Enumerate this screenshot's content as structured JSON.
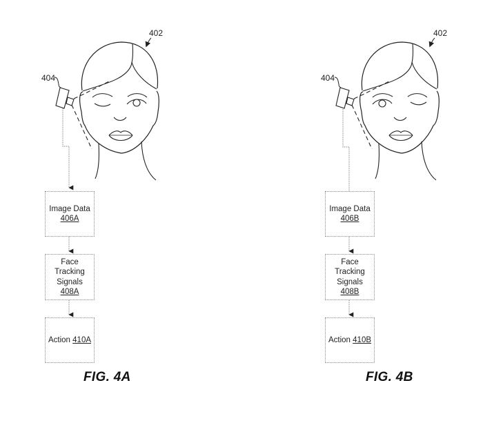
{
  "figures": [
    {
      "id": "4A",
      "caption": "FIG. 4A",
      "head_ref": "402",
      "camera_ref": "404",
      "closed_eye": "left",
      "boxes": [
        {
          "lines": [
            "Image Data"
          ],
          "ref": "406A"
        },
        {
          "lines": [
            "Face",
            "Tracking",
            "Signals"
          ],
          "ref": "408A"
        },
        {
          "prefix": "Action",
          "ref": "410A"
        }
      ]
    },
    {
      "id": "4B",
      "caption": "FIG. 4B",
      "head_ref": "402",
      "camera_ref": "404",
      "closed_eye": "right",
      "boxes": [
        {
          "lines": [
            "Image Data"
          ],
          "ref": "406B"
        },
        {
          "lines": [
            "Face",
            "Tracking",
            "Signals"
          ],
          "ref": "408B"
        },
        {
          "prefix": "Action",
          "ref": "410B"
        }
      ]
    }
  ],
  "colors": {
    "line": "#222222",
    "connector": "#888888",
    "background": "#ffffff"
  }
}
